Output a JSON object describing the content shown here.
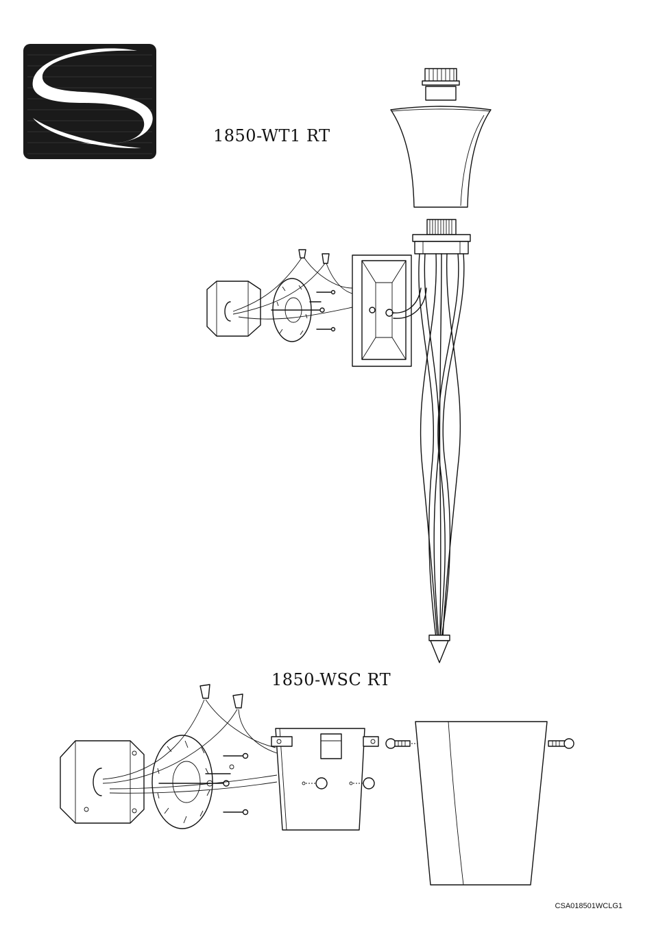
{
  "brand": {
    "logo_icon": "swirl-s-logo-icon"
  },
  "models": {
    "top": "1850-WT1 RT",
    "bottom": "1850-WSC RT"
  },
  "document_code": "CSA018501WCLG1",
  "colors": {
    "line": "#111111",
    "logo_fill": "#1a1a1a",
    "background": "#ffffff"
  }
}
